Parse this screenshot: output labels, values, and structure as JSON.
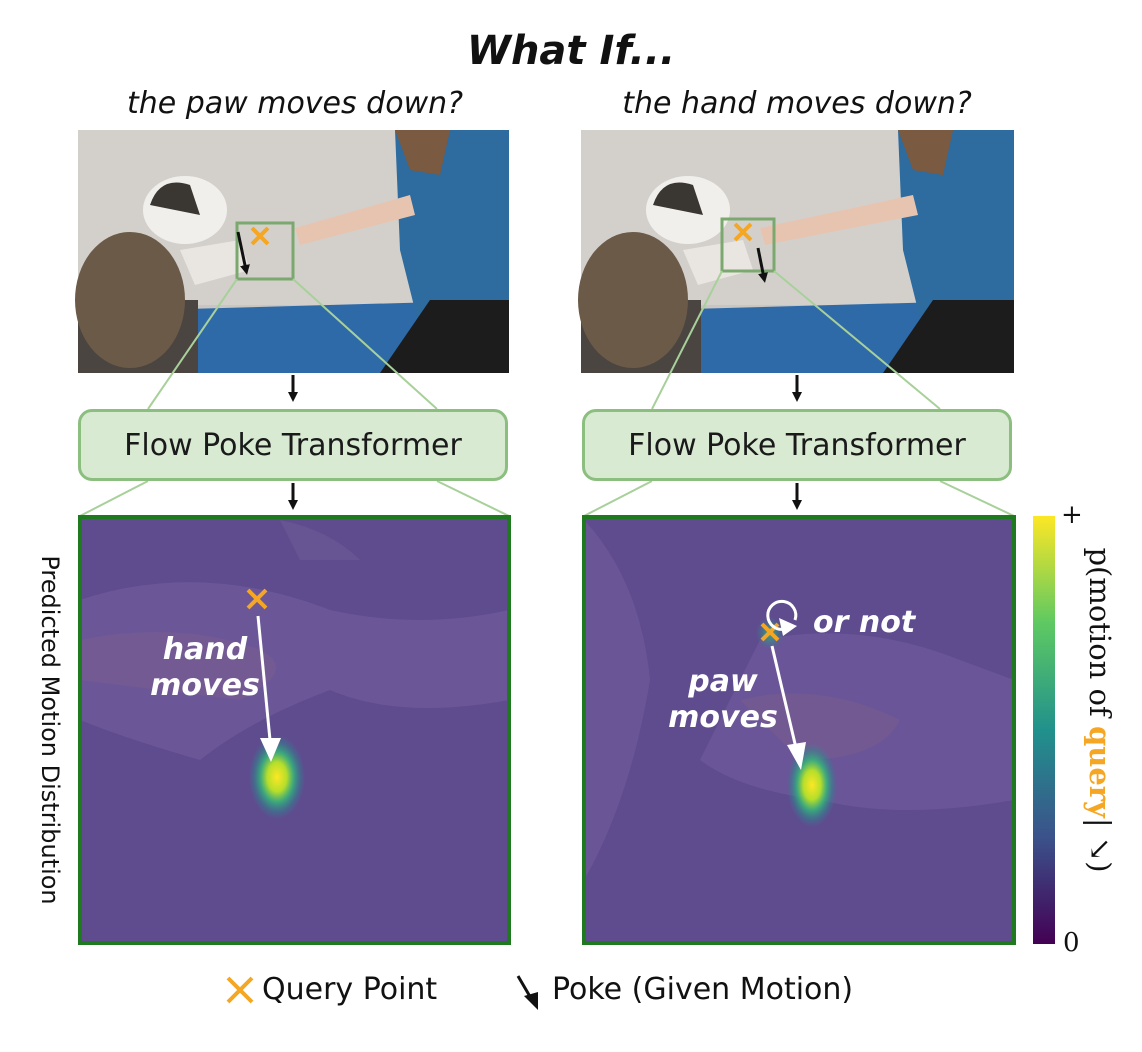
{
  "title": "What If...",
  "panels": [
    {
      "subtitle": "the paw moves down?",
      "model_label": "Flow Poke Transformer",
      "annotation": [
        "hand",
        "moves"
      ]
    },
    {
      "subtitle": "the hand moves down?",
      "model_label": "Flow Poke Transformer",
      "annotation": [
        "paw",
        "moves"
      ],
      "extra_annotation": "or not"
    }
  ],
  "side_label": "Predicted Motion Distribution",
  "colorbar": {
    "top_tick": "+",
    "bottom_tick": "0",
    "label_prefix": "p(motion of ",
    "label_query": "query",
    "label_suffix": "|",
    "colors": [
      "#440154",
      "#3b528b",
      "#21918c",
      "#5ec962",
      "#fde725"
    ]
  },
  "legend": {
    "query_point": "Query Point",
    "poke": "Poke (Given Motion)"
  },
  "colors": {
    "query": "#f5a623",
    "frame": "#1f7a1f",
    "box_fill": "#d9ead3",
    "box_border": "#8cbf7f"
  },
  "icons": [
    "query-cross-icon",
    "poke-arrow-icon",
    "circular-arrow-icon"
  ]
}
